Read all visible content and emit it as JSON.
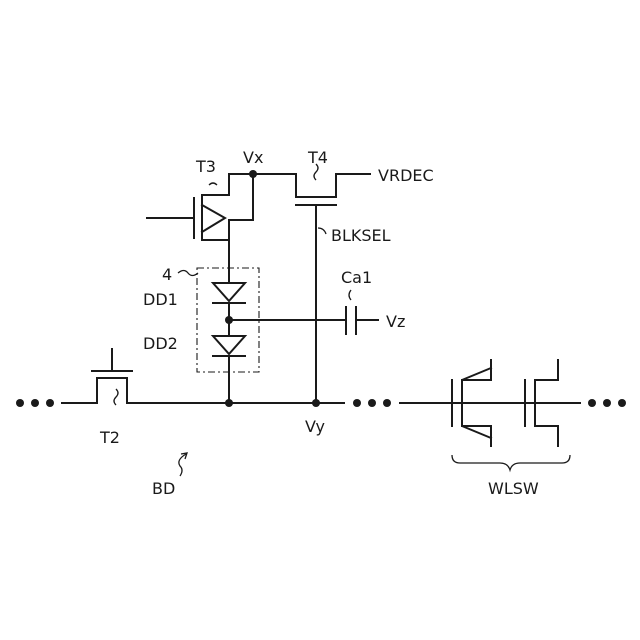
{
  "labels": {
    "T3": "T3",
    "Vx": "Vx",
    "T4": "T4",
    "VRDEC": "VRDEC",
    "BLKSEL": "BLKSEL",
    "box": "4",
    "DD1": "DD1",
    "DD2": "DD2",
    "Ca1": "Ca1",
    "Vz": "Vz",
    "T2": "T2",
    "Vy": "Vy",
    "BD": "BD",
    "WLSW": "WLSW"
  }
}
